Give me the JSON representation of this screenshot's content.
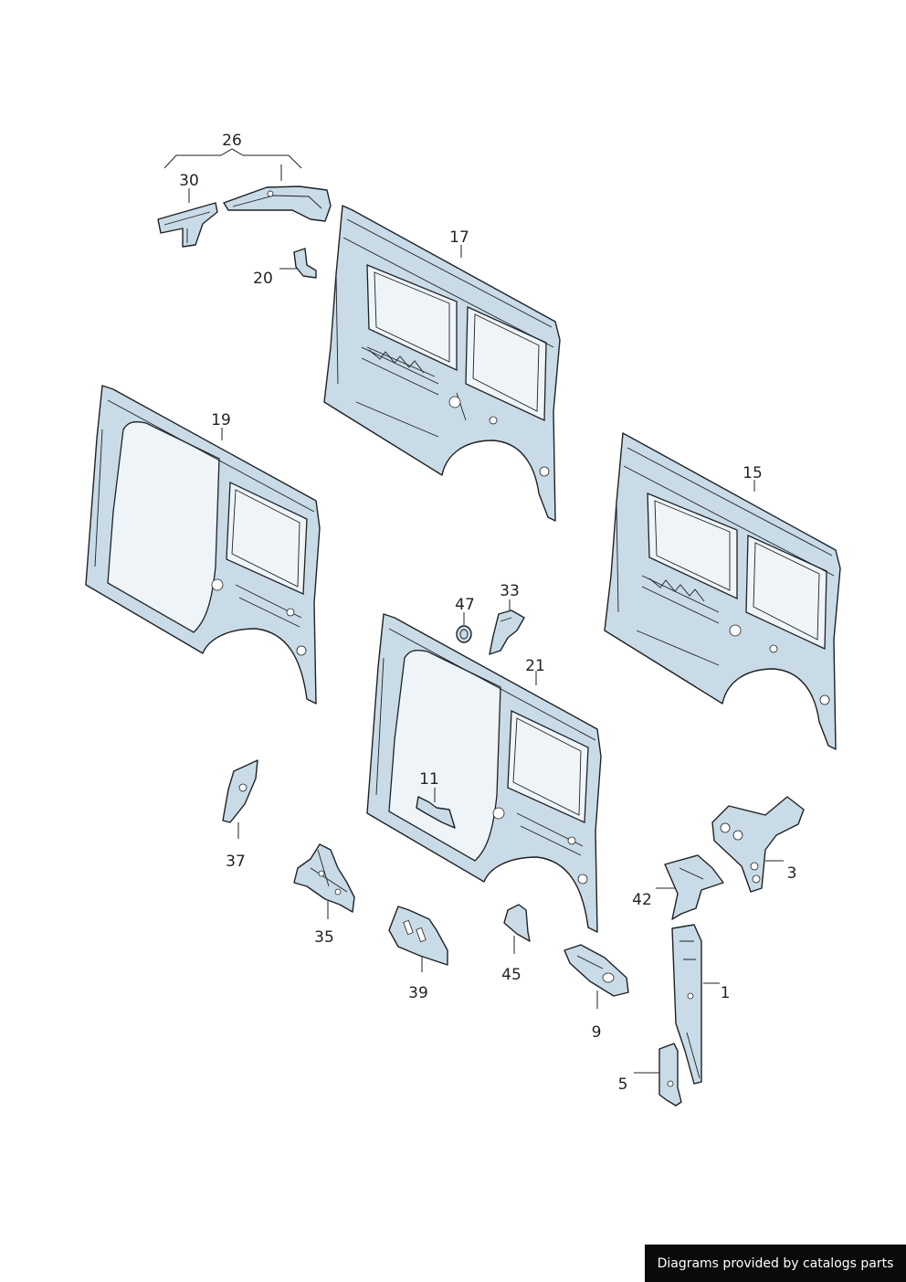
{
  "callouts": {
    "c1": "1",
    "c3": "3",
    "c5": "5",
    "c9": "9",
    "c11": "11",
    "c15": "15",
    "c17": "17",
    "c19": "19",
    "c20": "20",
    "c21": "21",
    "c26": "26",
    "c30": "30",
    "c33": "33",
    "c35": "35",
    "c37": "37",
    "c39": "39",
    "c42": "42",
    "c45": "45",
    "c47": "47"
  },
  "footer": {
    "text": "Diagrams provided by catalogs parts"
  },
  "colors": {
    "part_fill": "#c9dbe6",
    "line": "#1e2226",
    "footer_bg": "#0a0a0a"
  }
}
